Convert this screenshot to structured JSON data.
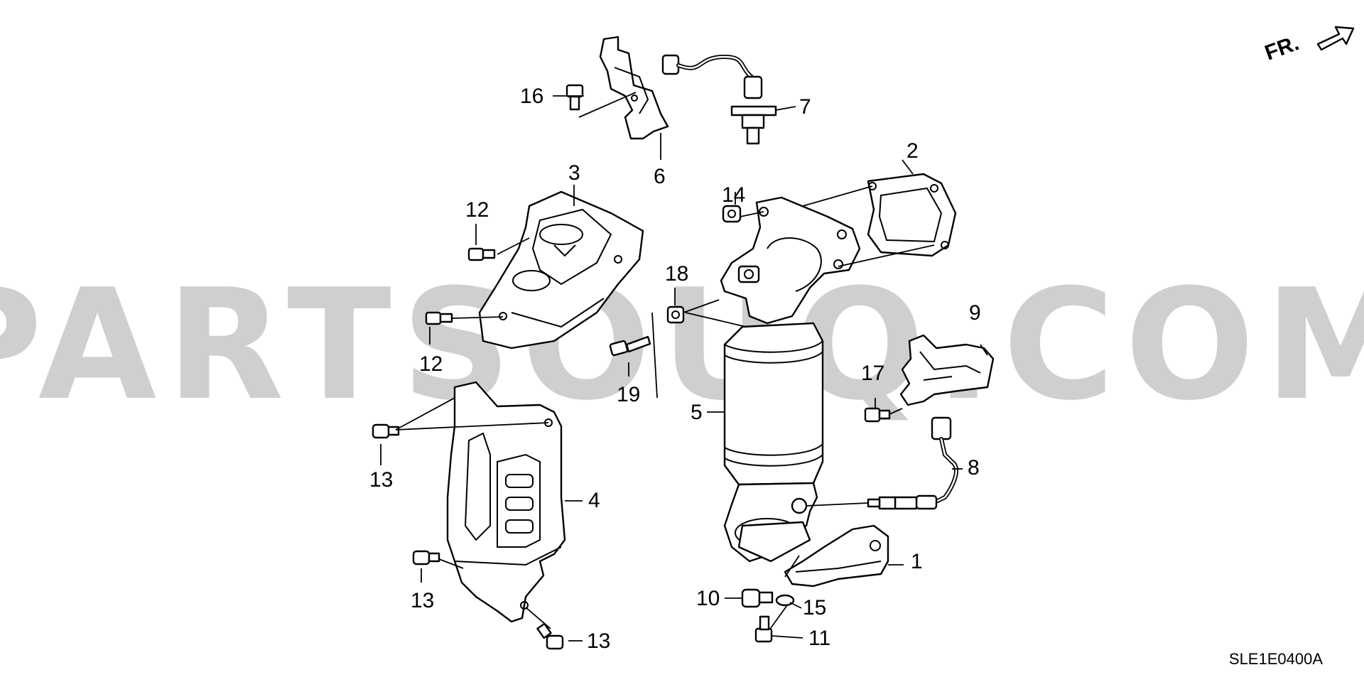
{
  "watermark": "PARTSOUQ.COM",
  "diagram_code": "SLE1E0400A",
  "front_indicator": "FR.",
  "callouts": {
    "c1": "1",
    "c2": "2",
    "c3": "3",
    "c4": "4",
    "c5": "5",
    "c6": "6",
    "c7": "7",
    "c8": "8",
    "c9": "9",
    "c10": "10",
    "c11": "11",
    "c12a": "12",
    "c12b": "12",
    "c13a": "13",
    "c13b": "13",
    "c13c": "13",
    "c14": "14",
    "c15": "15",
    "c16": "16",
    "c17": "17",
    "c18": "18",
    "c19": "19"
  }
}
